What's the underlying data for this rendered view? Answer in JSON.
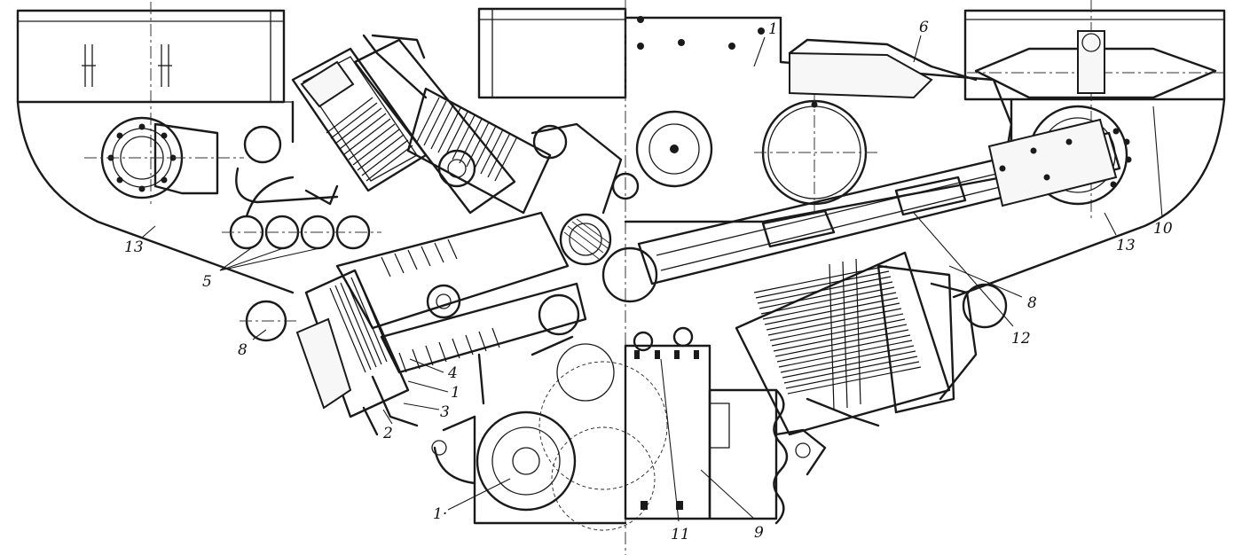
{
  "callouts": [
    {
      "id": "c1-top",
      "text": "1"
    },
    {
      "id": "c6",
      "text": "6"
    },
    {
      "id": "c10",
      "text": "10"
    },
    {
      "id": "c13-right",
      "text": "13"
    },
    {
      "id": "c13-left",
      "text": "13"
    },
    {
      "id": "c5",
      "text": "5"
    },
    {
      "id": "c8-left",
      "text": "8"
    },
    {
      "id": "c8-right",
      "text": "8"
    },
    {
      "id": "c12",
      "text": "12"
    },
    {
      "id": "c4",
      "text": "4"
    },
    {
      "id": "c1-low",
      "text": "1"
    },
    {
      "id": "c3",
      "text": "3"
    },
    {
      "id": "c2",
      "text": "2"
    },
    {
      "id": "c-bl",
      "text": "1·"
    },
    {
      "id": "c11",
      "text": "11"
    },
    {
      "id": "c9",
      "text": "9"
    }
  ]
}
